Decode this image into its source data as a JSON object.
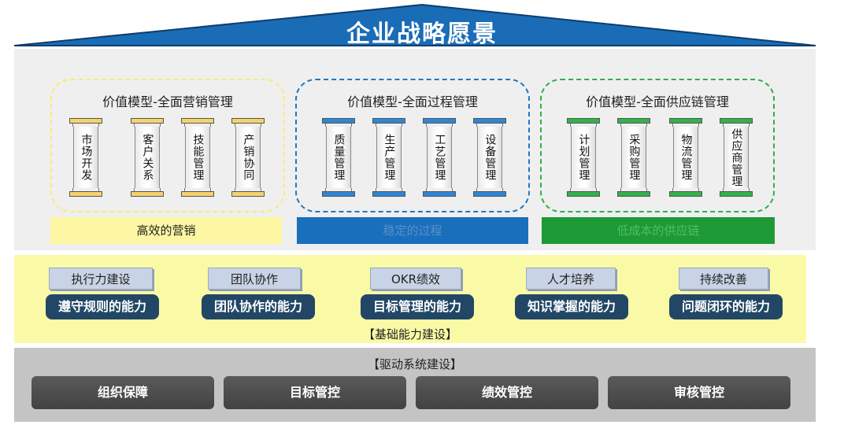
{
  "roof": {
    "title": "企业战略愿景",
    "color": "#1a6cb6"
  },
  "value_models": [
    {
      "title": "价值模型-全面营销管理",
      "border_color": "#f5ec79",
      "cap_color": "#f5d36b",
      "pillars": [
        "市场开发",
        "客户关系",
        "技能管理",
        "产销协同"
      ],
      "band_label": "高效的营销"
    },
    {
      "title": "价值模型-全面过程管理",
      "border_color": "#1f78bf",
      "cap_color": "#2d86d6",
      "pillars": [
        "质量管理",
        "生产管理",
        "工艺管理",
        "设备管理"
      ],
      "band_label": "稳定的过程"
    },
    {
      "title": "价值模型-全面供应链管理",
      "border_color": "#2db04a",
      "cap_color": "#32b24c",
      "pillars": [
        "计划管理",
        "采购管理",
        "物流管理",
        "供应商管理"
      ],
      "band_label": "低成本的供应链"
    }
  ],
  "skills": [
    {
      "tag": "执行力建设",
      "ability": "遵守规则的能力"
    },
    {
      "tag": "团队协作",
      "ability": "团队协作的能力"
    },
    {
      "tag": "OKR绩效",
      "ability": "目标管理的能力"
    },
    {
      "tag": "人才培养",
      "ability": "知识掌握的能力"
    },
    {
      "tag": "持续改善",
      "ability": "问题闭环的能力"
    }
  ],
  "foundation_caption": "【基础能力建设】",
  "drive_caption": "【驱动系统建设】",
  "drive_blocks": [
    "组织保障",
    "目标管控",
    "绩效管控",
    "审核管控"
  ]
}
